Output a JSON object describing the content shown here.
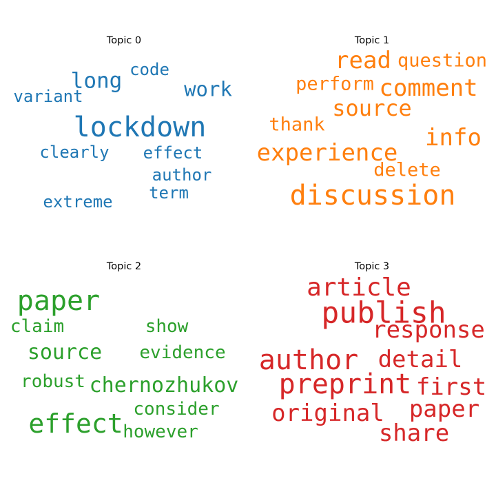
{
  "chart_data": [
    {
      "type": "wordcloud",
      "title": "Topic 0",
      "color": "#1f77b4",
      "words": [
        {
          "text": "lockdown",
          "weight": 1.0
        },
        {
          "text": "long",
          "weight": 0.62
        },
        {
          "text": "work",
          "weight": 0.6
        },
        {
          "text": "code",
          "weight": 0.5
        },
        {
          "text": "variant",
          "weight": 0.52
        },
        {
          "text": "clearly",
          "weight": 0.52
        },
        {
          "text": "effect",
          "weight": 0.52
        },
        {
          "text": "author",
          "weight": 0.52
        },
        {
          "text": "term",
          "weight": 0.52
        },
        {
          "text": "extreme",
          "weight": 0.52
        }
      ]
    },
    {
      "type": "wordcloud",
      "title": "Topic 1",
      "color": "#ff7f0e",
      "words": [
        {
          "text": "discussion",
          "weight": 1.0
        },
        {
          "text": "experience",
          "weight": 0.85
        },
        {
          "text": "read",
          "weight": 0.8
        },
        {
          "text": "comment",
          "weight": 0.8
        },
        {
          "text": "source",
          "weight": 0.8
        },
        {
          "text": "info",
          "weight": 0.8
        },
        {
          "text": "question",
          "weight": 0.65
        },
        {
          "text": "perform",
          "weight": 0.65
        },
        {
          "text": "thank",
          "weight": 0.65
        },
        {
          "text": "delete",
          "weight": 0.65
        }
      ]
    },
    {
      "type": "wordcloud",
      "title": "Topic 2",
      "color": "#2ca02c",
      "words": [
        {
          "text": "paper",
          "weight": 1.0
        },
        {
          "text": "effect",
          "weight": 0.95
        },
        {
          "text": "source",
          "weight": 0.7
        },
        {
          "text": "chernozhukov",
          "weight": 0.7
        },
        {
          "text": "claim",
          "weight": 0.6
        },
        {
          "text": "show",
          "weight": 0.6
        },
        {
          "text": "evidence",
          "weight": 0.6
        },
        {
          "text": "robust",
          "weight": 0.6
        },
        {
          "text": "consider",
          "weight": 0.6
        },
        {
          "text": "however",
          "weight": 0.6
        }
      ]
    },
    {
      "type": "wordcloud",
      "title": "Topic 3",
      "color": "#d62728",
      "words": [
        {
          "text": "publish",
          "weight": 1.0
        },
        {
          "text": "preprint",
          "weight": 1.0
        },
        {
          "text": "author",
          "weight": 0.95
        },
        {
          "text": "article",
          "weight": 0.8
        },
        {
          "text": "response",
          "weight": 0.8
        },
        {
          "text": "detail",
          "weight": 0.8
        },
        {
          "text": "first",
          "weight": 0.8
        },
        {
          "text": "paper",
          "weight": 0.8
        },
        {
          "text": "original",
          "weight": 0.8
        },
        {
          "text": "share",
          "weight": 0.8
        }
      ]
    }
  ]
}
